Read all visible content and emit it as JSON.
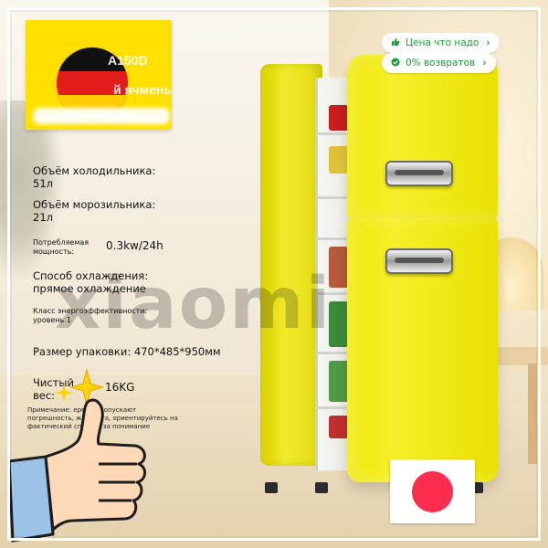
{
  "banner": {
    "title": "A150D",
    "subtitle": "й ячмень"
  },
  "badges": {
    "price_label": "Цена что надо",
    "returns_label": "0% возвратов"
  },
  "specs": {
    "fridge_volume_label": "Объём холодильника: 51л",
    "freezer_volume_label": "Объём морозильника: 21л",
    "power_label": "Потребляемая мощность:",
    "power_value": "0.3kw/24h",
    "cooling_label": "Способ охлаждения: прямое охлаждение",
    "energy_class_label": "Класс энергоэффективности: уровень 1",
    "package_size_label": "Размер упаковки: 470*485*950мм",
    "net_weight_label": "Чистый вес:",
    "net_weight_value": "16KG"
  },
  "watermark": "xiaomi",
  "note": {
    "line1": "Примечание:          ерения допускают",
    "line2": "погрешность,          жалуйста, ориентируйтесь на",
    "line3": "фактический           спасибо за понимание"
  },
  "colors": {
    "banner_yellow": "#ffe000",
    "fridge_yellow": "#efe800",
    "badge_green": "#1a9d3a",
    "japan_red": "#ff2d4d"
  },
  "icons": {
    "price_badge": "thumbs-up-icon",
    "returns_badge": "circle-check-icon",
    "chevron": "chevron-right-icon",
    "thumb": "thumbs-up-icon",
    "flag_left": "germany-flag-icon",
    "flag_right": "japan-flag-icon"
  }
}
